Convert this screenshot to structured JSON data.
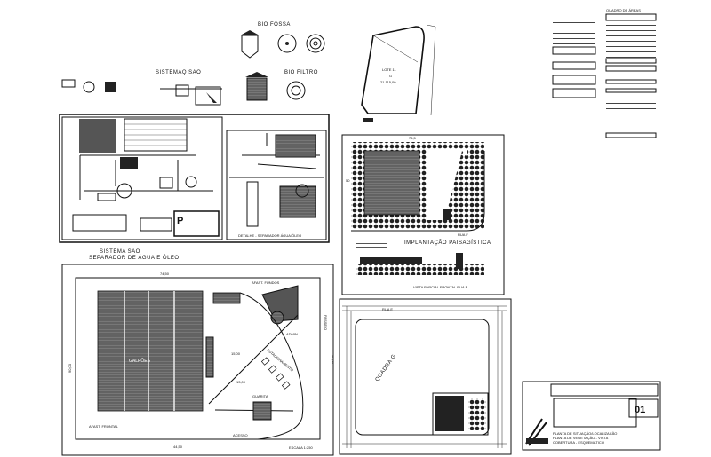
{
  "details": {
    "bio_fossa": "BIO FOSSA",
    "bio_filtro": "BIO FILTRO",
    "sistema_sao_small": "SISTEMAQ SAO"
  },
  "lote": {
    "name": "LOTE 11",
    "quadra": "G",
    "area": "21.115,00"
  },
  "areas_table": {
    "title": "QUADRO DE ÁREAS"
  },
  "sao_panel": {
    "caption_line1": "SISTEMA SAO",
    "caption_line2": "SEPARADOR DE ÁGUA E ÓLEO",
    "detail_caption": "DETALHE - SEPARADOR ÁGUA/ÓLEO"
  },
  "landscape": {
    "dim_top": "76,5",
    "dim_side": "50",
    "street": "RUA F",
    "title": "IMPLANTAÇÃO PAISAGÍSTICA",
    "view_title": "VISTA PARCIAL FRONTAL RUA F"
  },
  "site_plan": {
    "dim_top": "74,50",
    "dim_bottom": "44,50",
    "dim_left": "90,00",
    "dim_right": "40,00",
    "warehouses": "GALPÕES",
    "guardhouse": "GUARITA",
    "admin": "ADMIN",
    "parking": "ESTACIONAMENTO",
    "access": "ACESSO",
    "front_setback": "AFAST. FRONTAL",
    "rear_setback": "AFAST. FUNDOS",
    "sidewalk": "PASSEIO",
    "scale": "ESCALA 1:250",
    "elev1": "13,00",
    "elev2": "15,00"
  },
  "location_plan": {
    "street_top": "RUA E",
    "block": "QUADRA G"
  },
  "title_block": {
    "sheet_number": "01",
    "drawing_line1": "PLANTA DE SITUAÇÃO/LOCALIZAÇÃO",
    "drawing_line2": "PLANTA DE VEGETAÇÃO - VISTA",
    "drawing_line3": "COBERTURA - ESQUEMÁTICO"
  }
}
